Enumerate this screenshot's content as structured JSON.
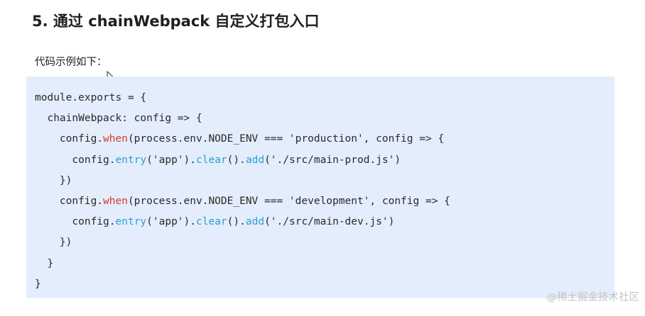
{
  "heading": "5. 通过 chainWebpack 自定义打包入口",
  "intro": "代码示例如下：",
  "code_lines": [
    [
      {
        "t": "module.exports = {"
      }
    ],
    [
      {
        "t": "  chainWebpack: config => {"
      }
    ],
    [
      {
        "t": "    config."
      },
      {
        "t": "when",
        "c": "red"
      },
      {
        "t": "(process.env.NODE_ENV === 'production', config => {"
      }
    ],
    [
      {
        "t": "      config."
      },
      {
        "t": "entry",
        "c": "blue"
      },
      {
        "t": "('app')."
      },
      {
        "t": "clear",
        "c": "blue"
      },
      {
        "t": "()."
      },
      {
        "t": "add",
        "c": "blue"
      },
      {
        "t": "('./src/main-prod.js')"
      }
    ],
    [
      {
        "t": "    })"
      }
    ],
    [
      {
        "t": "    config."
      },
      {
        "t": "when",
        "c": "red"
      },
      {
        "t": "(process.env.NODE_ENV === 'development', config => {"
      }
    ],
    [
      {
        "t": "      config."
      },
      {
        "t": "entry",
        "c": "blue"
      },
      {
        "t": "('app')."
      },
      {
        "t": "clear",
        "c": "blue"
      },
      {
        "t": "()."
      },
      {
        "t": "add",
        "c": "blue"
      },
      {
        "t": "('./src/main-dev.js')"
      }
    ],
    [
      {
        "t": "    })"
      }
    ],
    [
      {
        "t": "  }"
      }
    ],
    [
      {
        "t": "}"
      }
    ]
  ],
  "watermark": "@稀土掘金技术社区",
  "colors": {
    "code_background": "#e4edfb",
    "method_red": "#d33b2c",
    "method_blue": "#2a9fd6",
    "text": "#2a2a2a"
  },
  "icons": {
    "cursor": "mouse-pointer-icon"
  }
}
